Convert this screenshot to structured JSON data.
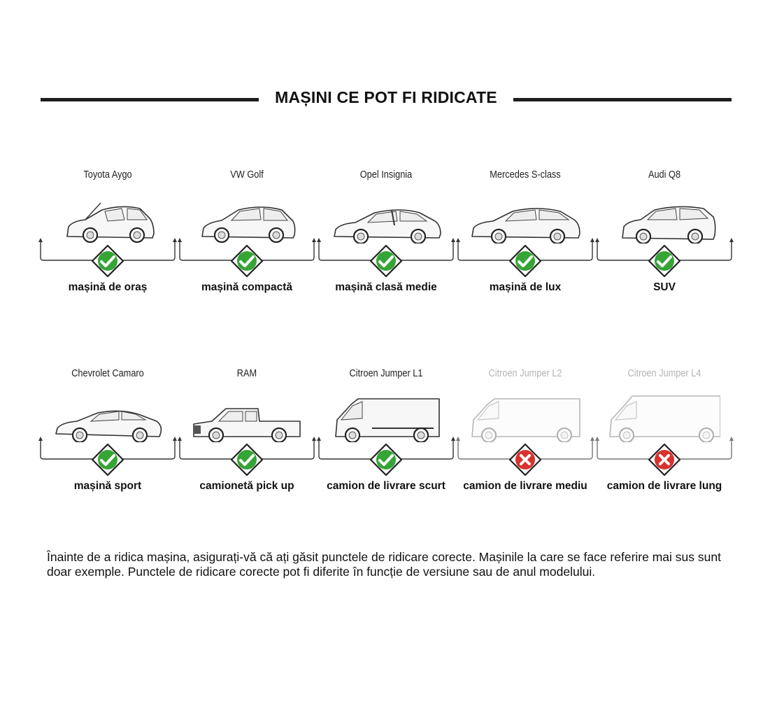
{
  "title": "MAȘINI CE POT FI RIDICATE",
  "vehicles_row1": [
    {
      "model": "Toyota Aygo",
      "category": "mașină de oraș",
      "liftable": true,
      "shape": "hatch-open-hood-icon"
    },
    {
      "model": "VW Golf",
      "category": "mașină compactă",
      "liftable": true,
      "shape": "hatchback-icon"
    },
    {
      "model": "Opel Insignia",
      "category": "mașină clasă medie",
      "liftable": true,
      "shape": "sedan-open-door-icon"
    },
    {
      "model": "Mercedes S-class",
      "category": "mașină de lux",
      "liftable": true,
      "shape": "sedan-icon"
    },
    {
      "model": "Audi Q8",
      "category": "SUV",
      "liftable": true,
      "shape": "suv-icon"
    }
  ],
  "vehicles_row2": [
    {
      "model": "Chevrolet Camaro",
      "category": "mașină sport",
      "liftable": true,
      "shape": "coupe-icon"
    },
    {
      "model": "RAM",
      "category": "camionetă  pick up",
      "liftable": true,
      "shape": "pickup-icon"
    },
    {
      "model": "Citroen Jumper L1",
      "category": "camion de livrare scurt",
      "liftable": true,
      "shape": "van-short-icon"
    },
    {
      "model": "Citroen Jumper L2",
      "category": "camion de livrare mediu",
      "liftable": false,
      "shape": "van-medium-icon"
    },
    {
      "model": "Citroen Jumper L4",
      "category": "camion de livrare lung",
      "liftable": false,
      "shape": "van-long-icon"
    }
  ],
  "colors": {
    "ok": "#35a535",
    "no": "#d9322e",
    "line": "#333333"
  },
  "note": "Înainte de a ridica mașina, asigurați-vă că ați găsit punctele de ridicare corecte. Mașinile la care se face referire mai sus sunt doar exemple. Punctele de ridicare corecte pot fi diferite în funcție de versiune sau de anul modelului."
}
